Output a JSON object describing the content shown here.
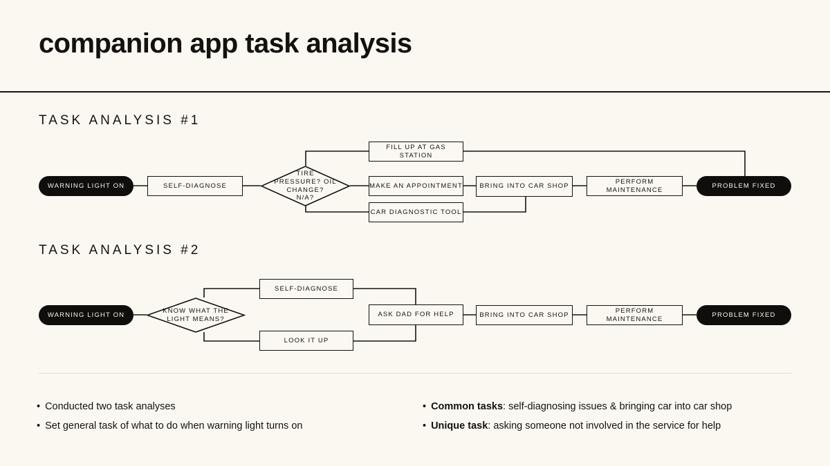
{
  "slide": {
    "title": "companion app task analysis",
    "background_color": "#faf8f1",
    "ink_color": "#14120f"
  },
  "sections": [
    {
      "heading": "TASK ANALYSIS #1"
    },
    {
      "heading": "TASK ANALYSIS #2"
    }
  ],
  "flow1": {
    "start": "WARNING LIGHT ON",
    "self_diagnose": "SELF-DIAGNOSE",
    "decision": "TIRE PRESSURE? OIL CHANGE? N/A?",
    "decision_lines": [
      "TIRE",
      "PRESSURE? OIL",
      "CHANGE?",
      "N/A?"
    ],
    "branch_top": "FILL UP AT GAS STATION",
    "branch_mid": "MAKE AN APPOINTMENT",
    "branch_bottom": "CAR DIAGNOSTIC TOOL",
    "car_shop": "BRING INTO CAR SHOP",
    "maintenance": "PERFORM MAINTENANCE",
    "end": "PROBLEM FIXED"
  },
  "flow2": {
    "start": "WARNING LIGHT ON",
    "decision": "KNOW WHAT THE LIGHT MEANS?",
    "decision_lines": [
      "KNOW WHAT THE",
      "LIGHT MEANS?"
    ],
    "branch_top": "SELF-DIAGNOSE",
    "branch_bottom": "LOOK IT UP",
    "ask_dad": "ASK DAD FOR HELP",
    "car_shop": "BRING INTO CAR SHOP",
    "maintenance": "PERFORM MAINTENANCE",
    "end": "PROBLEM FIXED"
  },
  "bullets_left": [
    {
      "bold": "",
      "text": "Conducted two task analyses"
    },
    {
      "bold": "",
      "text": "Set general task of what to do when warning light turns on"
    }
  ],
  "bullets_right": [
    {
      "bold": "Common tasks",
      "text": ": self-diagnosing issues & bringing car into car shop"
    },
    {
      "bold": "Unique task",
      "text": ": asking someone not involved in the service for help"
    }
  ]
}
